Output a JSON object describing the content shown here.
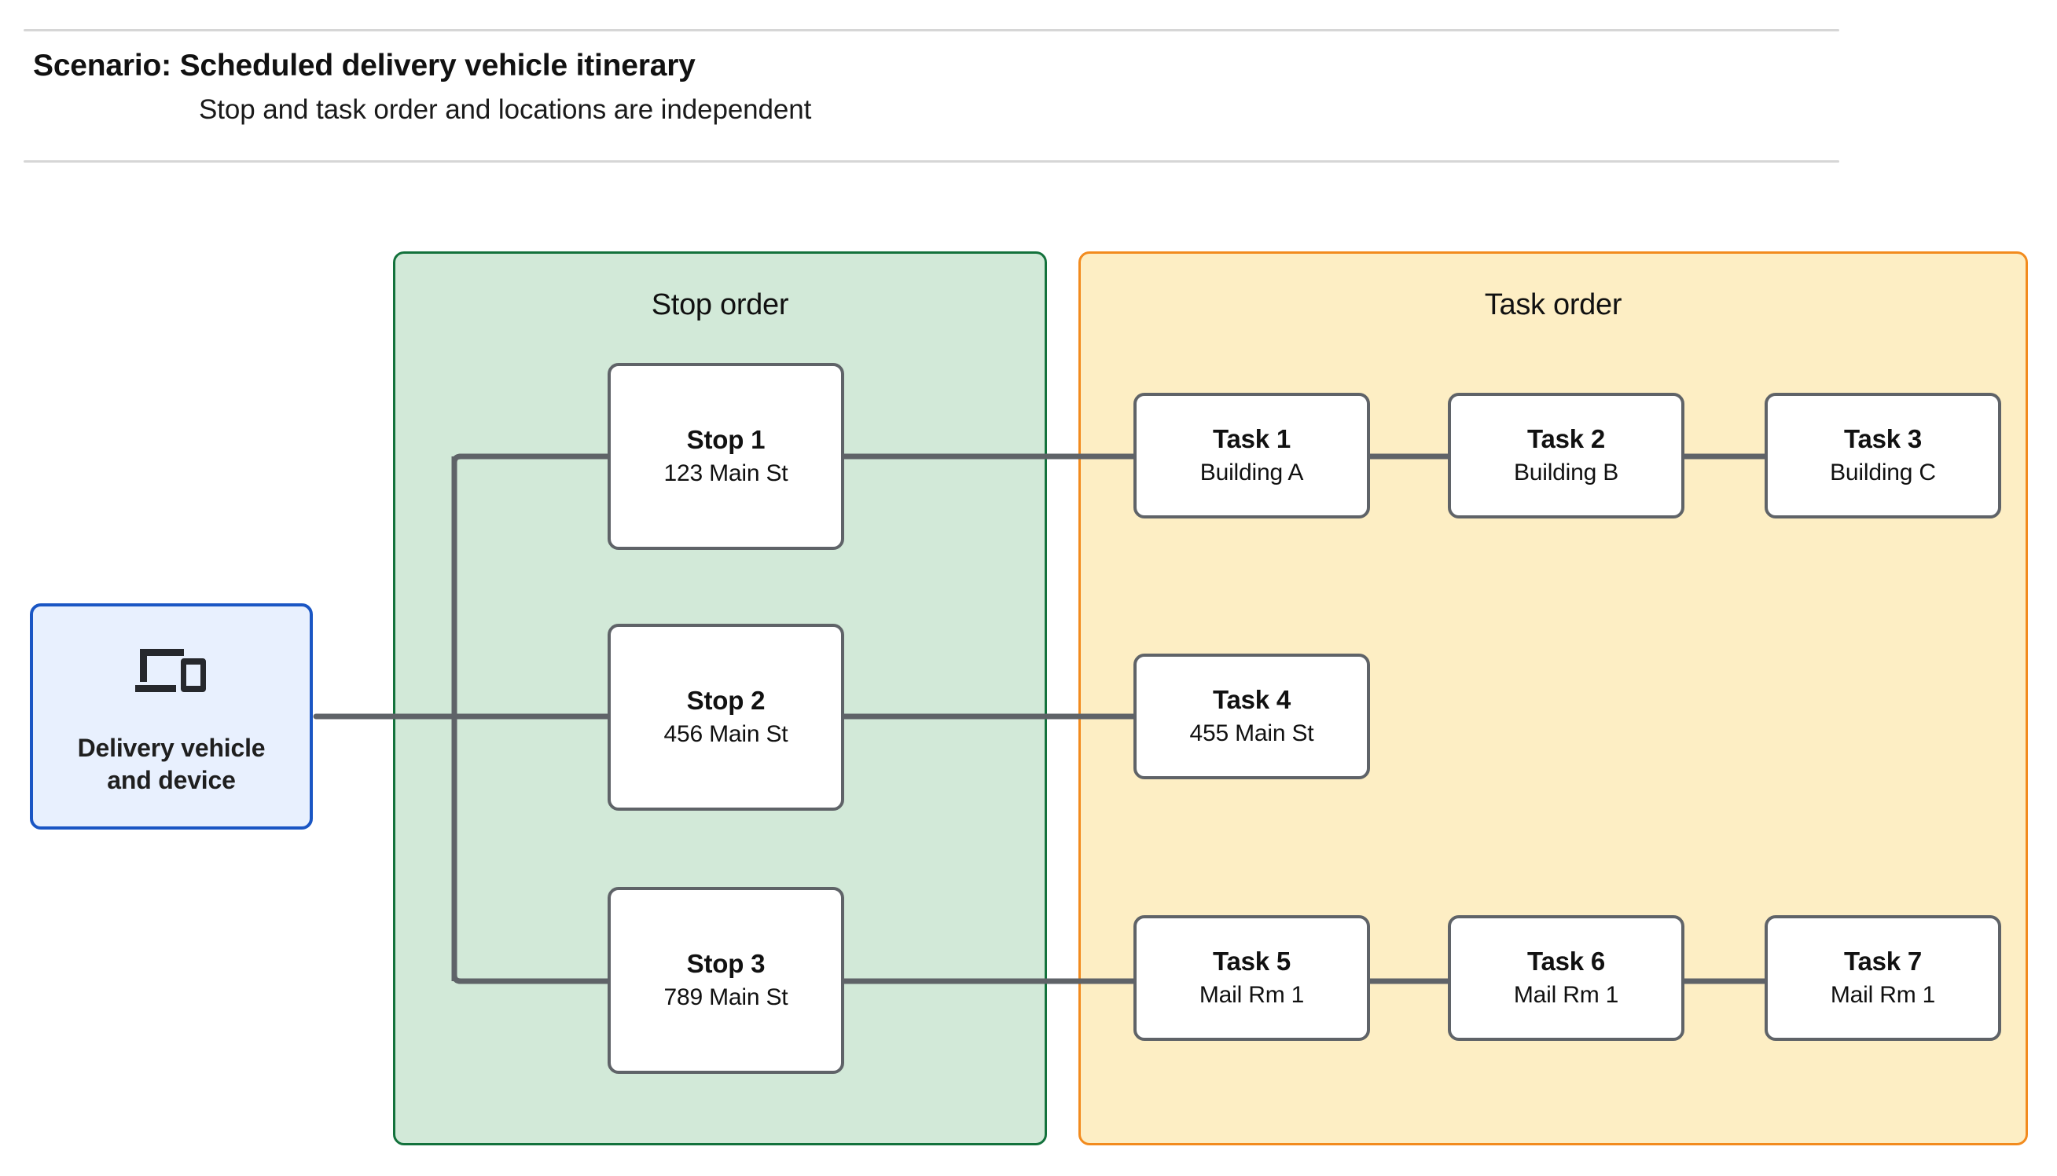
{
  "header": {
    "title": "Scenario: Scheduled delivery vehicle itinerary",
    "subtitle": "Stop and task order and locations are independent"
  },
  "vehicle": {
    "label": "Delivery vehicle\nand device",
    "icon": "devices-icon",
    "border_color": "#1a56c4",
    "fill_color": "#e8f0fe"
  },
  "stop_group": {
    "title": "Stop order",
    "fill_color": "#d2e9d8",
    "border_color": "#13723c",
    "stops": [
      {
        "title": "Stop 1",
        "subtitle": "123 Main St"
      },
      {
        "title": "Stop 2",
        "subtitle": "456 Main St"
      },
      {
        "title": "Stop 3",
        "subtitle": "789 Main St"
      }
    ]
  },
  "task_group": {
    "title": "Task order",
    "fill_color": "#fdeec4",
    "border_color": "#f28b1e",
    "rows": [
      {
        "tasks": [
          {
            "title": "Task 1",
            "subtitle": "Building A"
          },
          {
            "title": "Task 2",
            "subtitle": "Building B"
          },
          {
            "title": "Task 3",
            "subtitle": "Building C"
          }
        ]
      },
      {
        "tasks": [
          {
            "title": "Task 4",
            "subtitle": "455 Main St"
          }
        ]
      },
      {
        "tasks": [
          {
            "title": "Task 5",
            "subtitle": "Mail Rm 1"
          },
          {
            "title": "Task 6",
            "subtitle": "Mail Rm 1"
          },
          {
            "title": "Task 7",
            "subtitle": "Mail Rm 1"
          }
        ]
      }
    ]
  },
  "connector_color": "#5f6368",
  "rule_color": "#d6d6d6"
}
